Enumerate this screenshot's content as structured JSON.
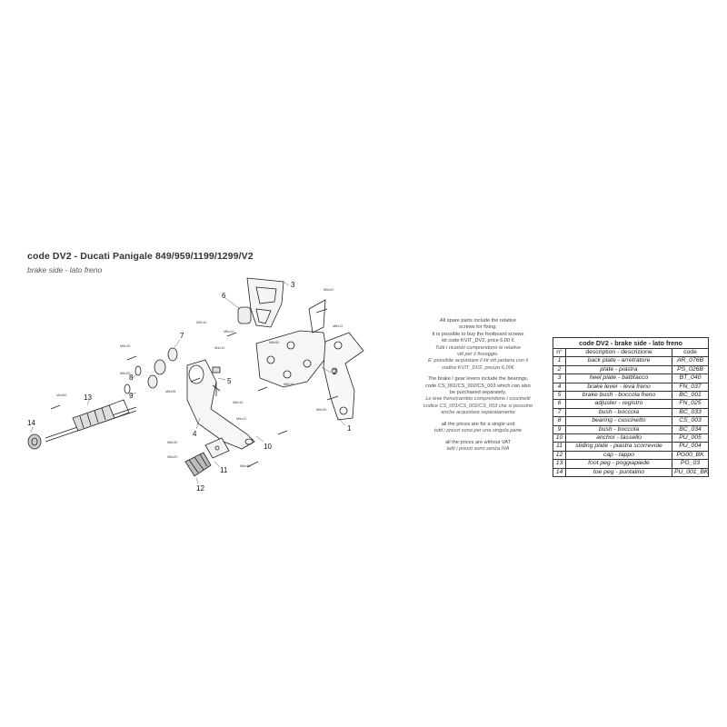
{
  "header": {
    "title": "code DV2 - Ducati Panigale 849/959/1199/1299/V2",
    "subtitle": "brake side - lato freno"
  },
  "diagram": {
    "callouts": [
      "1",
      "2",
      "3",
      "4",
      "5",
      "6",
      "7",
      "8",
      "9",
      "10",
      "11",
      "12",
      "13",
      "14"
    ],
    "refs": [
      "M6x20",
      "M8x12",
      "M5x10",
      "M6x10",
      "M8x50",
      "M4x10",
      "M6x16",
      "M6x35",
      "M6x15",
      "M6x25",
      "M8x35",
      "M4x60",
      "M6x15",
      "M6x12",
      "M6x30",
      "M6x40",
      "M6x20"
    ]
  },
  "notes": {
    "p1": [
      "All spare parts include the relative",
      "screws for fixing.",
      "It is possible to buy the footboard screws",
      "kit code KVIT_DV2, price 6,00 €"
    ],
    "p1_it": [
      "Tutti i ricambi comprendono le relative",
      "viti per il fissaggio.",
      "E' possibile acquistare il kit viti pedana con il",
      "codice KVIT_DV2, prezzo 6,00€"
    ],
    "p2": [
      "The brake / gear levers include the bearings,",
      "code CS_001/CS_002/CS_003 which can also",
      "be purchased separately."
    ],
    "p2_it": [
      "Le leve freno/cambio comprendono i cuscinetti",
      "codice CS_001/CS_002/CS_003 che si possono",
      "anche acquistare separatamente"
    ],
    "p3": "all the prices are for a single unit",
    "p3_it": "tutti i prezzi sono per una singola parte",
    "p4": "all the prices are without VAT",
    "p4_it": "tutti i prezzi sono senza IVA"
  },
  "parts_table": {
    "caption": "code DV2 - brake side - lato freno",
    "headers": [
      "n°",
      "description - descrizione",
      "code"
    ],
    "rows": [
      [
        "1",
        "back plate - arretratore",
        "AR_076B"
      ],
      [
        "2",
        "plate - piastra",
        "PS_026B"
      ],
      [
        "3",
        "heel plate - battitacco",
        "BT_040"
      ],
      [
        "4",
        "brake lever - leva freno",
        "FN_037"
      ],
      [
        "5",
        "brake bush - boccola freno",
        "BC_001"
      ],
      [
        "6",
        "adjuster - registro",
        "FN_025"
      ],
      [
        "7",
        "bush - boccola",
        "BC_033"
      ],
      [
        "8",
        "bearing - cuscinetto",
        "CS_003"
      ],
      [
        "9",
        "bush - boccola",
        "BC_034"
      ],
      [
        "10",
        "anchor - tassello",
        "PU_005"
      ],
      [
        "11",
        "sliding plate - piastra scorrevole",
        "PU_004"
      ],
      [
        "12",
        "cap - tappo",
        "PG00_BK"
      ],
      [
        "13",
        "foot peg - poggiapiede",
        "PG_03"
      ],
      [
        "14",
        "toe peg - puntalino",
        "PU_001_BK"
      ]
    ]
  }
}
